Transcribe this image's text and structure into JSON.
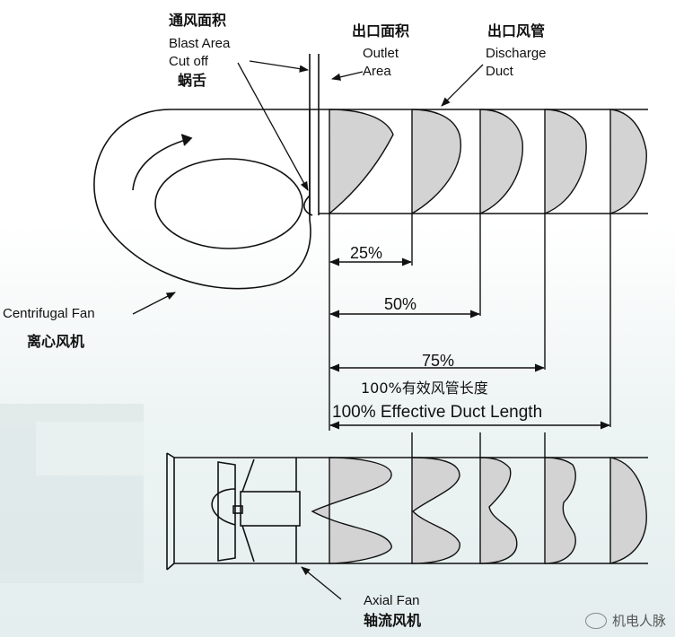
{
  "labels": {
    "blast_cn": "通风面积",
    "blast_en_1": "Blast Area",
    "blast_en_2": "Cut off",
    "cutoff_cn": "蜗舌",
    "outlet_cn": "出口面积",
    "outlet_en_1": "Outlet",
    "outlet_en_2": "Area",
    "discharge_cn": "出口风管",
    "discharge_en_1": "Discharge",
    "discharge_en_2": "Duct",
    "centrifugal_en": "Centrifugal Fan",
    "centrifugal_cn": "离心风机",
    "axial_en": "Axial Fan",
    "axial_cn": "轴流风机",
    "pct_25": "25%",
    "pct_50": "50%",
    "pct_75": "75%",
    "effective_cn": "100%有效风管长度",
    "effective_en": "100% Effective Duct Length"
  },
  "watermark": "机电人脉",
  "colors": {
    "profile_fill": "#d3d3d3",
    "line": "#111111"
  }
}
